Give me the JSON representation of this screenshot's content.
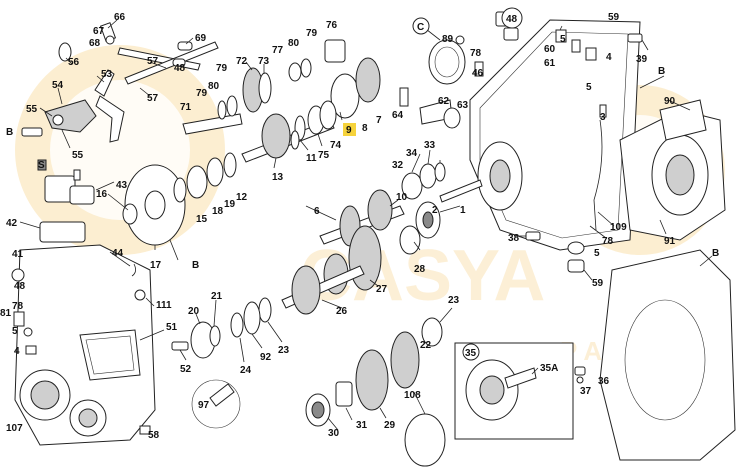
{
  "colors": {
    "watermark": "#f3c15a",
    "highlight_box": "#f6d33c",
    "ink": "#111111"
  },
  "watermark": {
    "word_main": "CASYA",
    "word_sub": "PARTS"
  },
  "labels": {
    "l66": "66",
    "l67": "67",
    "l68": "68",
    "l69": "69",
    "l56": "56",
    "l53": "53",
    "l57a": "57",
    "l57b": "57",
    "l48a": "48",
    "l54": "54",
    "l55a": "55",
    "l55b": "55",
    "lBa": "B",
    "lS": "S",
    "l43": "43",
    "l16": "16",
    "l42": "42",
    "l44": "44",
    "l41": "41",
    "l48b": "48",
    "l78a": "78",
    "l81": "81",
    "l5a": "5",
    "l4a": "4",
    "l107": "107",
    "l58": "58",
    "l111": "111",
    "l51": "51",
    "l52": "52",
    "l20": "20",
    "l21": "21",
    "l97": "97",
    "l24": "24",
    "l92": "92",
    "l23a": "23",
    "l17": "17",
    "lBb": "B",
    "l15": "15",
    "l18": "18",
    "l19": "19",
    "l12": "12",
    "l13": "13",
    "l72": "72",
    "l73": "73",
    "l79a": "79",
    "l80a": "80",
    "l71": "71",
    "l79b": "79",
    "l80b": "80",
    "l77": "77",
    "l79c": "79",
    "l76": "76",
    "l74": "74",
    "l75": "75",
    "l11": "11",
    "l8": "8",
    "l7": "7",
    "l9": "9",
    "l6": "6",
    "l10": "10",
    "l1": "1",
    "l2": "2",
    "l26": "26",
    "l27": "27",
    "l28": "28",
    "l23b": "23",
    "l30": "30",
    "l31": "31",
    "l29": "29",
    "l108": "108",
    "l22": "22",
    "lC": "C",
    "l89": "89",
    "l78b": "78",
    "l46": "46",
    "l62": "62",
    "l63": "63",
    "l64": "64",
    "l32": "32",
    "l33": "33",
    "l34": "34",
    "l38": "38",
    "l48c": "48",
    "l59a": "59",
    "l60": "60",
    "l61": "61",
    "l4b": "4",
    "l5b": "5",
    "l5c": "5",
    "l39": "39",
    "lBc": "B",
    "l90": "90",
    "l3": "3",
    "l109": "109",
    "l78c": "78",
    "l91": "91",
    "l59b": "59",
    "lBd": "B",
    "l35": "35",
    "l35A": "35A",
    "l36": "36",
    "l37": "37"
  }
}
